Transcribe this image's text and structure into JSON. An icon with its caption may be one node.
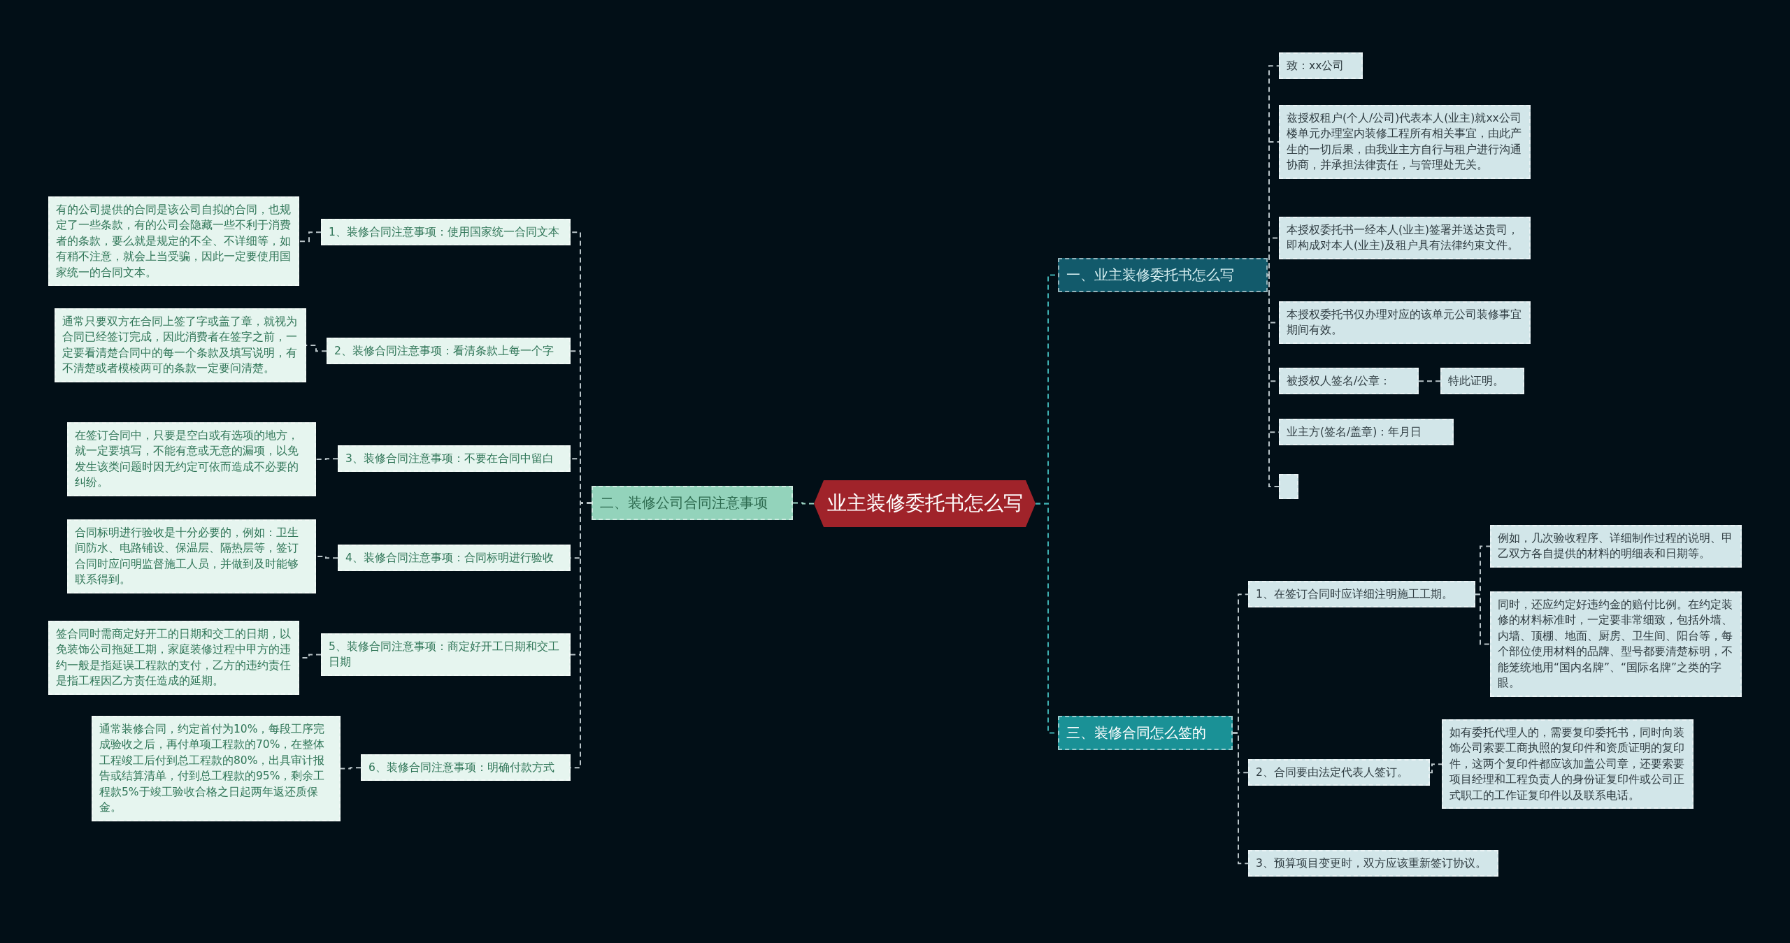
{
  "diagram": {
    "nodes": [
      {
        "text": [
          "业主装修委托书怎么写"
        ]
      },
      {
        "text": [
          "一、业主装修委托书怎么写"
        ]
      },
      {
        "text": [
          "致：xx公司"
        ]
      },
      {
        "text": [
          "兹授权租户(个人/公司)代表本人(业主)就xx公司楼单元办理室内装修工程所有相关事宜，由此产生的一切后果，由我业主方自行与租户进行沟通协商，并承担法律责任，与管理处无关。"
        ]
      },
      {
        "text": [
          "本授权委托书一经本人(业主)签署并送达贵司，即构成对本人(业主)及租户具有法律约束文件。"
        ]
      },
      {
        "text": [
          "本授权委托书仅办理对应的该单元公司装修事宜期间有效。"
        ]
      },
      {
        "text": [
          "被授权人签名/公章："
        ]
      },
      {
        "text": [
          "特此证明。"
        ]
      },
      {
        "text": [
          "业主方(签名/盖章)：年月日"
        ]
      },
      {
        "text": [],
        "shape": "box"
      },
      {
        "text": [
          "二、装修公司合同注意事项"
        ]
      },
      {
        "text": [
          "1、装修合同注意事项：使用国家统一合同文本"
        ]
      },
      {
        "text": [
          "有的公司提供的合同是该公司自拟的合同，也规定了一些条款，有的公司会隐藏一些不利于消费者的条款，要么就是规定的不全、不详细等，如有稍不注意，就会上当受骗，因此一定要使用国家统一的合同文本。"
        ]
      },
      {
        "text": [
          "2、装修合同注意事项：看清条款上每一个字"
        ]
      },
      {
        "text": [
          "通常只要双方在合同上签了字或盖了章，就视为合同已经签订完成，因此消费者在签字之前，一定要看清楚合同中的每一个条款及填写说明，有不清楚或者模棱两可的条款一定要问清楚。"
        ]
      },
      {
        "text": [
          "3、装修合同注意事项：不要在合同中留白"
        ]
      },
      {
        "text": [
          "在签订合同中，只要是空白或有选项的地方，就一定要填写，不能有意或无意的漏项，以免发生该类问题时因无约定可依而造成不必要的纠纷。"
        ]
      },
      {
        "text": [
          "4、装修合同注意事项：合同标明进行验收"
        ]
      },
      {
        "text": [
          "合同标明进行验收是十分必要的，例如：卫生间防水、电路铺设、保温层、隔热层等，签订合同时应问明监督施工人员，并做到及时能够联系得到。"
        ]
      },
      {
        "text": [
          "5、装修合同注意事项：商定好开工日期和交工日期"
        ]
      },
      {
        "text": [
          "签合同时需商定好开工的日期和交工的日期，以免装饰公司拖延工期，家庭装修过程中甲方的违约一般是指延误工程款的支付，乙方的违约责任是指工程因乙方责任造成的延期。"
        ]
      },
      {
        "text": [
          "6、装修合同注意事项：明确付款方式"
        ]
      },
      {
        "text": [
          "通常装修合同，约定首付为10%，每段工序完成验收之后，再付单项工程款的70%，在整体工程竣工后付到总工程款的80%，出具审计报告或结算清单，付到总工程款的95%，剩余工程款5%于竣工验收合格之日起两年返还质保金。"
        ]
      },
      {
        "text": [
          "三、装修合同怎么签的"
        ]
      },
      {
        "text": [
          "1、在签订合同时应详细注明施工工期。"
        ]
      },
      {
        "text": [
          "例如，几次验收程序、详细制作过程的说明、甲乙双方各自提供的材料的明细表和日期等。"
        ]
      },
      {
        "text": [
          "同时，还应约定好违约金的赔付比例。在约定装修的材料标准时，一定要非常细致，包括外墙、内墙、顶棚、地面、厨房、卫生间、阳台等，每个部位使用材料的品牌、型号都要清楚标明，不能笼统地用“国内名牌”、“国际名牌”之类的字眼。"
        ]
      },
      {
        "text": [
          "2、合同要由法定代表人签订。"
        ]
      },
      {
        "text": [
          "如有委托代理人的，需要复印委托书，同时向装饰公司索要工商执照的复印件和资质证明的复印件，这两个复印件都应该加盖公司章，还要索要项目经理和工程负责人的身份证复印件或公司正式职工的工作证复印件以及联系电话。"
        ]
      },
      {
        "text": [
          "3、预算项目变更时，双方应该重新签订协议。"
        ]
      }
    ],
    "edges": [
      {
        "from": 0,
        "to": 1,
        "arrow": "none",
        "color": "#3fb0b2"
      },
      {
        "from": 1,
        "to": 2,
        "arrow": "none"
      },
      {
        "from": 1,
        "to": 3,
        "arrow": "none"
      },
      {
        "from": 1,
        "to": 4,
        "arrow": "none"
      },
      {
        "from": 1,
        "to": 5,
        "arrow": "none"
      },
      {
        "from": 1,
        "to": 6,
        "arrow": "none"
      },
      {
        "from": 6,
        "to": 7,
        "arrow": "none"
      },
      {
        "from": 1,
        "to": 8,
        "arrow": "none"
      },
      {
        "from": 1,
        "to": 9,
        "arrow": "none"
      },
      {
        "from": 0,
        "to": 10,
        "arrow": "none",
        "color": "#9fd9c8"
      },
      {
        "from": 10,
        "to": 11,
        "arrow": "none"
      },
      {
        "from": 11,
        "to": 12,
        "arrow": "none"
      },
      {
        "from": 10,
        "to": 13,
        "arrow": "none"
      },
      {
        "from": 13,
        "to": 14,
        "arrow": "none"
      },
      {
        "from": 10,
        "to": 15,
        "arrow": "none"
      },
      {
        "from": 15,
        "to": 16,
        "arrow": "none"
      },
      {
        "from": 10,
        "to": 17,
        "arrow": "none"
      },
      {
        "from": 17,
        "to": 18,
        "arrow": "none"
      },
      {
        "from": 10,
        "to": 19,
        "arrow": "none"
      },
      {
        "from": 19,
        "to": 20,
        "arrow": "none"
      },
      {
        "from": 10,
        "to": 21,
        "arrow": "none"
      },
      {
        "from": 21,
        "to": 22,
        "arrow": "none"
      },
      {
        "from": 0,
        "to": 23,
        "arrow": "none",
        "color": "#3fb0b2"
      },
      {
        "from": 23,
        "to": 24,
        "arrow": "none"
      },
      {
        "from": 24,
        "to": 25,
        "arrow": "none"
      },
      {
        "from": 24,
        "to": 26,
        "arrow": "none"
      },
      {
        "from": 23,
        "to": 27,
        "arrow": "none"
      },
      {
        "from": 27,
        "to": 28,
        "arrow": "none"
      },
      {
        "from": 23,
        "to": 29,
        "arrow": "none"
      }
    ]
  }
}
